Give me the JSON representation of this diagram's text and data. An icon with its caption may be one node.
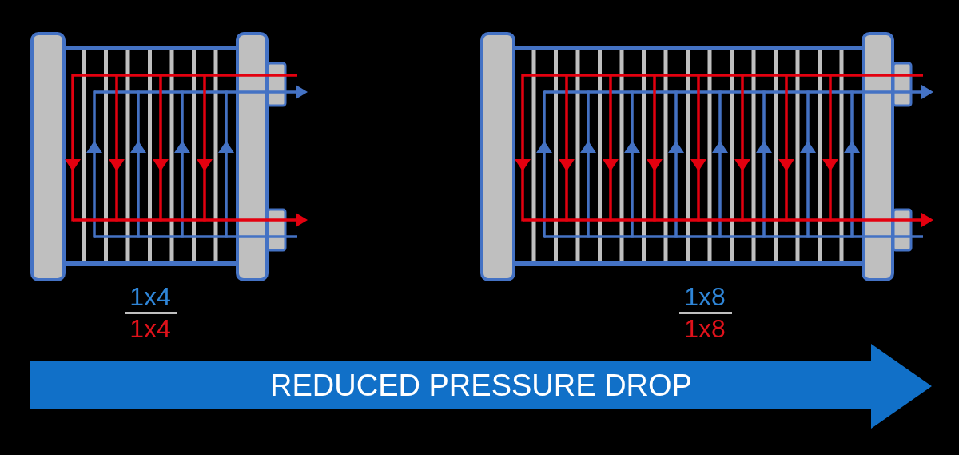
{
  "diagram": {
    "nodes": [
      {
        "text": [
          "REDUCED PRESSURE DROP"
        ]
      }
    ],
    "labels": [
      "1x4",
      "1x4",
      "1x8",
      "1x8"
    ]
  }
}
